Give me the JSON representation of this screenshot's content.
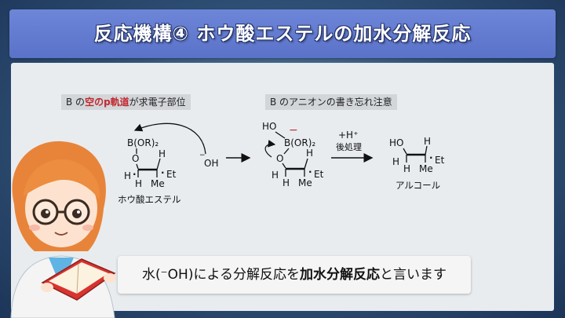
{
  "title": "反応機構④ ホウ酸エステルの加水分解反応",
  "left_header": {
    "prefix": "B の",
    "highlight": "空のp軌道",
    "suffix": "が求電子部位"
  },
  "right_header": "B のアニオンの書き忘れ注意",
  "reactant_label": "ホウ酸エステル",
  "product_label": "アルコール",
  "reagent_top": "+H⁺",
  "reagent_bottom": "後処理",
  "caption": {
    "prefix": "水(⁻OH)による分解反応を",
    "bold": "加水分解反応",
    "suffix": "と言います"
  },
  "labels": {
    "boron_group": "B(OR)₂",
    "oxygen": "O",
    "hydrogen": "H",
    "methyl": "Me",
    "ethyl": "Et",
    "hydroxide": "OH",
    "hydroxy": "HO",
    "minus": "−"
  },
  "colors": {
    "title_bar": "#5a72c8",
    "highlight_red": "#c0282e",
    "panel": "#e8ecef"
  }
}
